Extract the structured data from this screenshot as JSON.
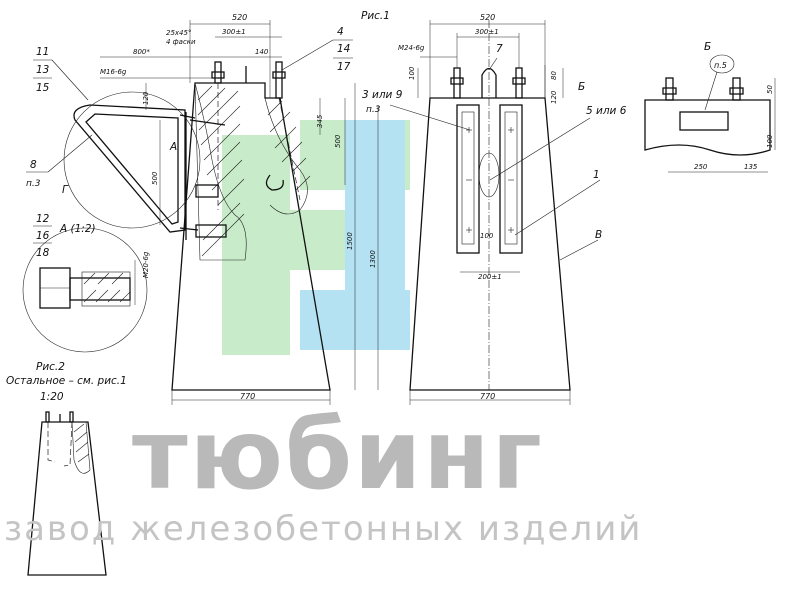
{
  "watermark": {
    "logo": "тюбинг",
    "subtitle": "завод железобетонных изделий",
    "colors": {
      "green": "#bfe8c0",
      "blue": "#a9dcef",
      "gray": "#b9b9b9"
    }
  },
  "figure1": {
    "title": "Рис.1",
    "dims": {
      "top_width": "520",
      "chamfer": "25x45°",
      "chamfer_note": "4 фаски",
      "bolt_spacing": "300±1",
      "offset_800": "800*",
      "offset_140": "140",
      "thread_m16": "M16-6g",
      "d120": "120",
      "d345": "345",
      "d500_side": "500",
      "d500_brace": "500",
      "height_1500": "1500",
      "height_1300": "1300",
      "bottom_width": "770",
      "thread_m20": "M20-6g",
      "front_top_width": "520",
      "front_spacing": "300±1",
      "thread_m24": "M24-6g",
      "d100": "100",
      "d80": "80",
      "d120b": "120",
      "plate_100": "100",
      "plate_spacing": "200±1",
      "front_bottom_width": "770"
    },
    "callouts": {
      "c11": "11",
      "c13": "13",
      "c15": "15",
      "c4": "4",
      "c14": "14",
      "c17": "17",
      "c8": "8",
      "p3_a": "п.3",
      "label_g": "Г",
      "label_a": "А",
      "c12": "12",
      "c16": "16",
      "c18": "18",
      "detail_a": "А (1:2)",
      "c7": "7",
      "c3or9": "3 или 9",
      "p3_b": "п.3",
      "c5or6": "5 или 6",
      "c1": "1",
      "label_v": "В",
      "label_b_arrow": "Б"
    }
  },
  "viewB": {
    "title": "Б",
    "note": "п.5",
    "dims": {
      "d50": "50",
      "d100": "100",
      "d250": "250",
      "d135": "135"
    }
  },
  "figure2": {
    "title": "Рис.2",
    "note": "Остальное – см. рис.1",
    "scale": "1:20"
  }
}
